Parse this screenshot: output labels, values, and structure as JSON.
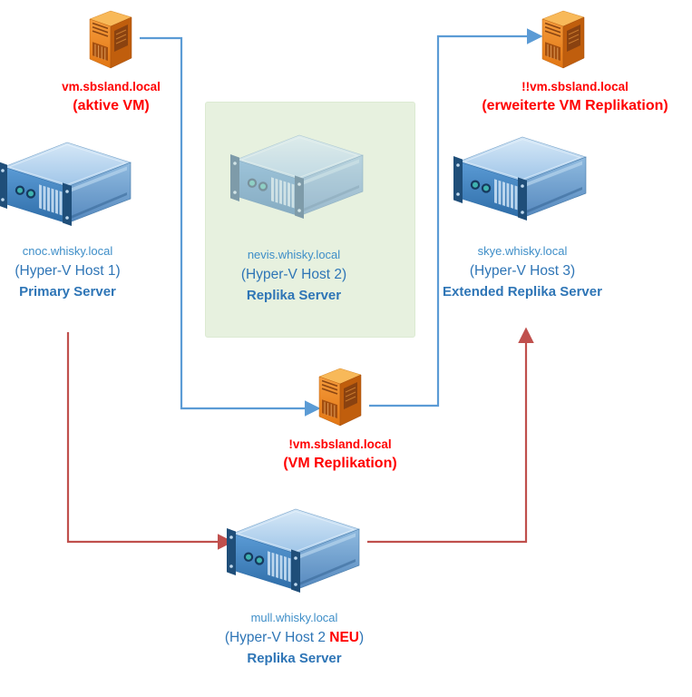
{
  "colors": {
    "blue_arrow": "#5B9BD5",
    "red_arrow": "#C0504D",
    "red_text": "#FF0000",
    "blue_text": "#2E75B6",
    "zone_fill": "#E7F1DF",
    "vm_icon_orange": "#E27613",
    "host_icon_blue": "#2E6DA8"
  },
  "icons": {
    "vm": "tower-server-icon",
    "host": "rack-server-icon"
  },
  "vms": {
    "active": {
      "name": "vm.sbsland.local",
      "caption": "(aktive VM)"
    },
    "replica": {
      "name": "!vm.sbsland.local",
      "caption": "(VM Replikation)"
    },
    "extended": {
      "name": "!!vm.sbsland.local",
      "caption": "(erweiterte VM Replikation)"
    }
  },
  "hosts": {
    "primary": {
      "fqdn": "cnoc.whisky.local",
      "host_label": "(Hyper-V Host 1)",
      "role": "Primary Server"
    },
    "replica_old": {
      "fqdn": "nevis.whisky.local",
      "host_label": "(Hyper-V Host 2)",
      "role": "Replika Server"
    },
    "extended": {
      "fqdn": "skye.whisky.local",
      "host_label": "(Hyper-V Host 3)",
      "role": "Extended Replika Server"
    },
    "replica_new": {
      "fqdn": "mull.whisky.local",
      "host_label_prefix": "(Hyper-V Host 2 ",
      "host_label_highlight": "NEU",
      "host_label_suffix": ")",
      "role": "Replika Server"
    }
  }
}
